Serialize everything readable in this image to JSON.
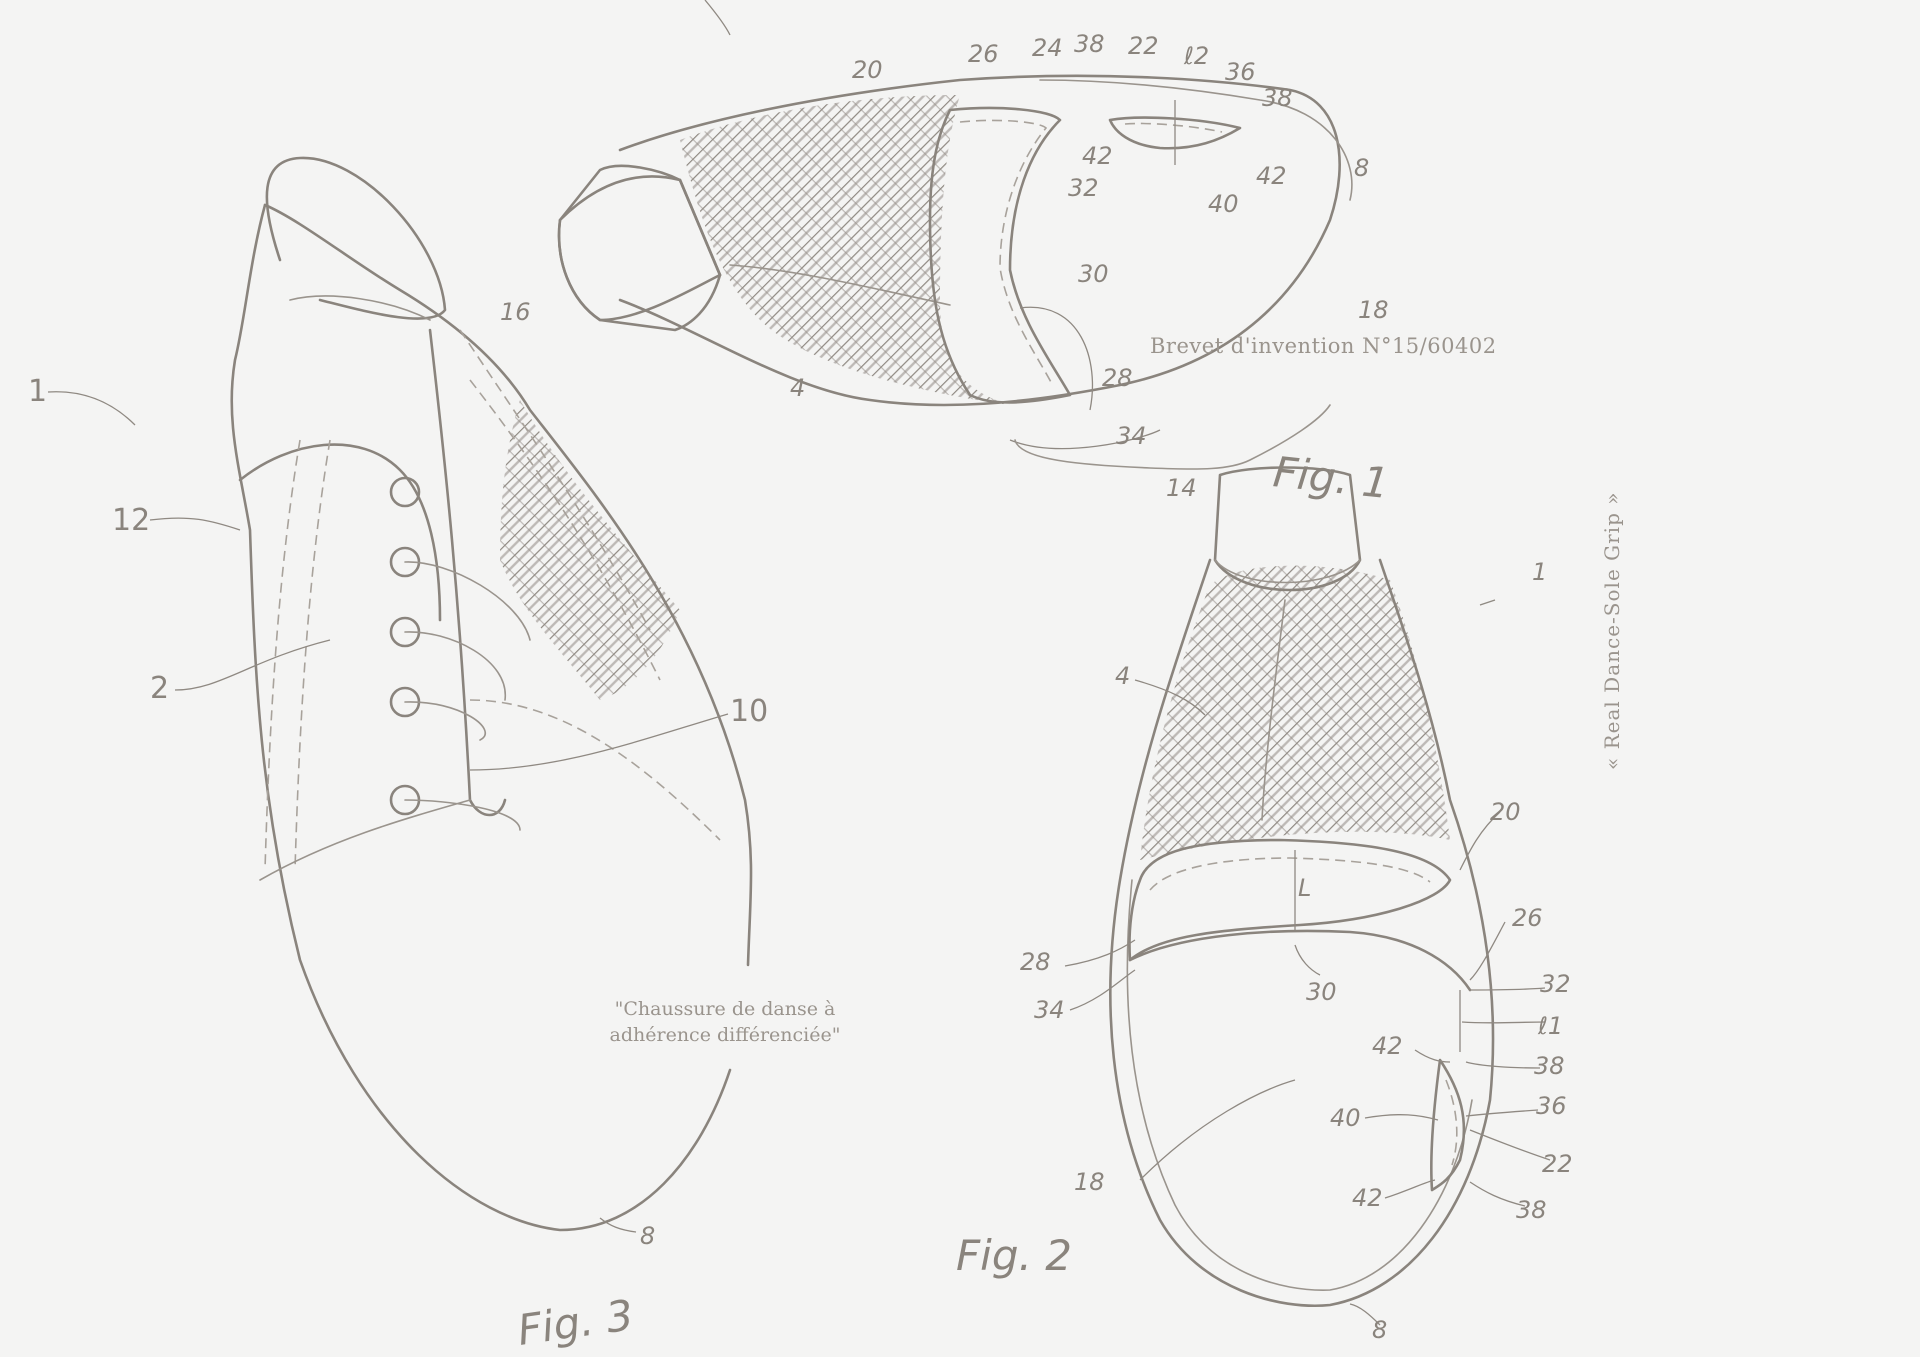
{
  "texts": {
    "patent_number": "Brevet d'invention N°15/60402",
    "title": "\"Chaussure de danse à adhérence différenciée\"",
    "brand": "« Real Dance-Sole Grip »"
  },
  "figures": {
    "fig1": "Fig. 1",
    "fig2": "Fig. 2",
    "fig3": "Fig. 3"
  },
  "fig1_labels": {
    "r20": "20",
    "r26": "26",
    "r24": "24",
    "r38a": "38",
    "r22": "22",
    "rl2": "ℓ2",
    "r36": "36",
    "r38b": "38",
    "r42a": "42",
    "r32": "32",
    "r42b": "42",
    "r40": "40",
    "r8": "8",
    "r16": "16",
    "r30": "30",
    "r18": "18",
    "r4": "4",
    "r28": "28",
    "r34": "34",
    "r14": "14"
  },
  "fig2_labels": {
    "r1": "1",
    "r4": "4",
    "r20": "20",
    "rL": "L",
    "r26": "26",
    "r28": "28",
    "r32": "32",
    "r30": "30",
    "r34": "34",
    "rl1": "ℓ1",
    "r42a": "42",
    "r38a": "38",
    "r40": "40",
    "r36": "36",
    "r22": "22",
    "r18": "18",
    "r42b": "42",
    "r38b": "38",
    "r8": "8"
  },
  "fig3_labels": {
    "r1": "1",
    "r12": "12",
    "r2": "2",
    "r10": "10",
    "r8": "8"
  },
  "colors": {
    "background": "#f4f4f3",
    "line": "#8a847d",
    "text": "#9a948d"
  }
}
